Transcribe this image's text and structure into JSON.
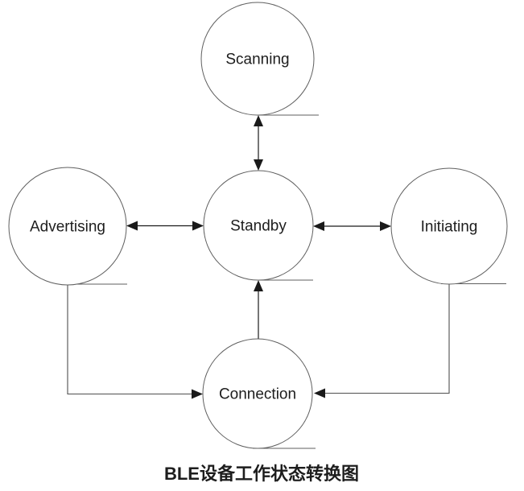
{
  "diagram": {
    "caption": "BLE设备工作状态转换图",
    "nodes": [
      {
        "id": "scanning",
        "label": "Scanning"
      },
      {
        "id": "advertising",
        "label": "Advertising"
      },
      {
        "id": "standby",
        "label": "Standby"
      },
      {
        "id": "initiating",
        "label": "Initiating"
      },
      {
        "id": "connection",
        "label": "Connection"
      }
    ],
    "edges": [
      {
        "from": "scanning",
        "to": "standby",
        "bidirectional": true
      },
      {
        "from": "advertising",
        "to": "standby",
        "bidirectional": true
      },
      {
        "from": "standby",
        "to": "initiating",
        "bidirectional": true
      },
      {
        "from": "connection",
        "to": "standby",
        "bidirectional": false
      },
      {
        "from": "advertising",
        "to": "connection",
        "bidirectional": false
      },
      {
        "from": "initiating",
        "to": "connection",
        "bidirectional": false
      }
    ],
    "colors": {
      "background": "#ffffff",
      "circle_stroke": "#5f5f5f",
      "connector": "#4f4f4f",
      "arrow": "#1a1a1a",
      "text": "#1d1d1d"
    }
  }
}
